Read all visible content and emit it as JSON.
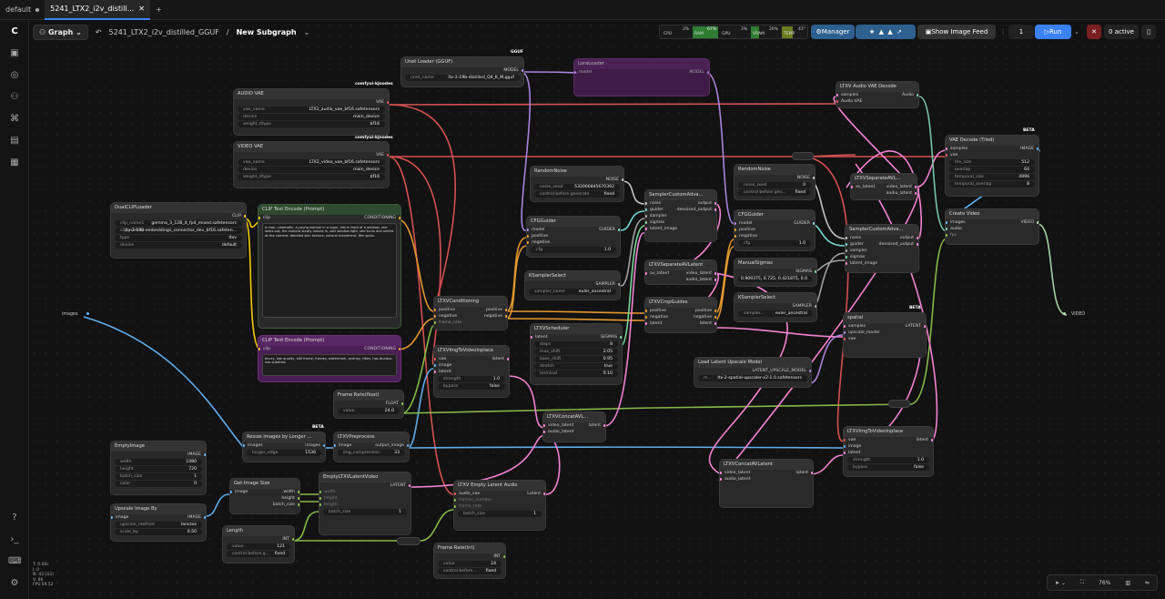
{
  "tabs": {
    "t0": "default",
    "t1": "5241_LTX2_i2v_distill..."
  },
  "header": {
    "graph": "Graph",
    "title": "5241_LTX2_i2v_distilled_GGUF",
    "sep": "/",
    "sub": "New Subgraph"
  },
  "monitor": {
    "cpu": "3%",
    "cpu_l": "CPU",
    "ram": "67%",
    "ram_l": "RAM",
    "gpu": "3%",
    "gpu_l": "GPU",
    "vram": "20%",
    "vram_l": "VRAM",
    "temp": "43°",
    "temp_l": "TEMP"
  },
  "toolbar": {
    "manager": "Manager",
    "feed": "Show Image Feed",
    "count": "1",
    "run": "Run",
    "active": "0 active",
    "zoom": "76%"
  },
  "colors": {
    "accent": "#2d8cf0",
    "run": "#3b82f6",
    "wire_vae": "#e05555",
    "wire_model": "#b48ae8",
    "wire_cond": "#f0a030",
    "wire_latent": "#ff88dd",
    "wire_image": "#64b5f6",
    "wire_int": "#8bc34a",
    "wire_clip": "#ffd500",
    "wire_audio": "#7ecfb0"
  },
  "nodes": {
    "unet": {
      "title": "Unet Loader (GGUF)",
      "out": "MODEL",
      "w_l": "unet_name",
      "w_v": "ltx-2-19b-distilled_Q4_K_M.gguf",
      "badge": "GGUF"
    },
    "lora": {
      "title": "LoraLoader",
      "in": "model",
      "out": "MODEL"
    },
    "audiovae": {
      "title": "AUDIO VAE",
      "badge": "comfyui-kjnodes",
      "out": "VAE",
      "w": [
        [
          "vae_name",
          "LTX2_audio_vae_bf16.safetensors"
        ],
        [
          "device",
          "main_device"
        ],
        [
          "weight_dtype",
          "bf16"
        ]
      ]
    },
    "videovae": {
      "title": "VIDEO VAE",
      "badge": "comfyui-kjnodes",
      "out": "VAE",
      "w": [
        [
          "vae_name",
          "LTX2_video_vae_bf16.safetensors"
        ],
        [
          "device",
          "main_device"
        ],
        [
          "weight_dtype",
          "bf16"
        ]
      ]
    },
    "dualclip": {
      "title": "DualCLIPLoader",
      "out": "CLIP",
      "w": [
        [
          "clip_name1",
          "gemma_3_12B_it_fp4_mixed.safetensors"
        ],
        [
          "clip_name2",
          "ltx-2-19b-embeddings_connector_dev_bf16.safeten..."
        ],
        [
          "type",
          "ltxv"
        ],
        [
          "device",
          "default"
        ]
      ]
    },
    "clippos": {
      "title": "CLIP Text Encode (Prompt)",
      "in": "clip",
      "out": "CONDITIONING",
      "text": "a man, cinematic, a young woman in a room, sits in front of a window, she looks out, the camera slowly moves in, soft window light, she turns and smiles at the camera, detailed skin texture, natural movement, film grain."
    },
    "clipneg": {
      "title": "CLIP Text Encode (Prompt)",
      "in": "clip",
      "out": "CONDITIONING",
      "text": "blurry, low quality, still frame, frames, watermark, overlay, titles, has blurbox, has subtitles"
    },
    "ltxvcond": {
      "title": "LTXVConditioning",
      "in1": "positive",
      "in2": "negative",
      "in3": "frame_rate",
      "out1": "positive",
      "out2": "negative"
    },
    "randomnoise1": {
      "title": "RandomNoise",
      "out": "NOISE",
      "w": [
        [
          "noise_seed",
          "532066845670392"
        ],
        [
          "control before generate",
          "fixed"
        ]
      ]
    },
    "cfgguider1": {
      "title": "CFGGuider",
      "in1": "model",
      "in2": "positive",
      "in3": "negative",
      "out": "GUIDER",
      "w": [
        [
          "cfg",
          "1.0"
        ]
      ]
    },
    "ksampsel1": {
      "title": "KSamplerSelect",
      "out": "SAMPLER",
      "w": [
        [
          "sampler_name",
          "euler_ancestral"
        ]
      ]
    },
    "samplerca1": {
      "title": "SamplerCustomAdva...",
      "in": [
        "noise",
        "guider",
        "sampler",
        "sigmas",
        "latent_image"
      ],
      "out1": "output",
      "out2": "denoised_output"
    },
    "ltxvsched": {
      "title": "LTXVScheduler",
      "in": "latent",
      "out": "SIGMAS",
      "w": [
        [
          "steps",
          "8"
        ],
        [
          "max_shift",
          "2.05"
        ],
        [
          "base_shift",
          "0.95"
        ],
        [
          "stretch",
          "true"
        ],
        [
          "terminal",
          "0.10"
        ]
      ]
    },
    "ltxvimg1": {
      "title": "LTXVImgToVideoInplace",
      "in": [
        "vae",
        "image",
        "latent"
      ],
      "out": "latent",
      "w": [
        [
          "strength",
          "1.0"
        ],
        [
          "bypass",
          "false"
        ]
      ]
    },
    "framerate": {
      "title": "Frame Rate(float)",
      "out": "FLOAT",
      "w": [
        [
          "value",
          "24.0"
        ]
      ]
    },
    "ltxvsep1": {
      "title": "LTXVSeparateAVLatent",
      "in": "av_latent",
      "out1": "video_latent",
      "out2": "audio_latent"
    },
    "ltxvcrop": {
      "title": "LTXVCropGuides",
      "in": [
        "positive",
        "negative",
        "latent"
      ],
      "out1": "positive",
      "out2": "negative",
      "out3": "latent"
    },
    "ltxvconcat1": {
      "title": "LTXVConcatAVL...",
      "in1": "video_latent",
      "in2": "audio_latent",
      "out": "latent"
    },
    "randomnoise2": {
      "title": "RandomNoise",
      "out": "NOISE",
      "w": [
        [
          "noise_seed",
          "0"
        ],
        [
          "control before gen...",
          "fixed"
        ]
      ]
    },
    "cfgguider2": {
      "title": "CFGGuider",
      "in": [
        "model",
        "positive",
        "negative"
      ],
      "out": "GUIDER",
      "w": [
        [
          "cfg",
          "1.0"
        ]
      ]
    },
    "manualsig": {
      "title": "ManualSigmas",
      "out": "SIGMAS",
      "w": [
        [
          "",
          "0.909375, 0.725, 0.421875, 0.0"
        ]
      ]
    },
    "ksampsel2": {
      "title": "KSamplerSelect",
      "out": "SAMPLER",
      "w": [
        [
          "sampler...",
          "euler_ancestral"
        ]
      ]
    },
    "samplerca2": {
      "title": "SamplerCustomAdva...",
      "in": [
        "noise",
        "guider",
        "sampler",
        "sigmas",
        "latent_image"
      ],
      "out1": "output",
      "out2": "denoised_output"
    },
    "ltxvaudvae": {
      "title": "LTXV Audio VAE Decode",
      "in1": "samples",
      "in2": "Audio VAE",
      "out": "Audio"
    },
    "ltxvsep2": {
      "title": "LTXVSeparateAVL...",
      "in": "av_latent",
      "out1": "video_latent",
      "out2": "audio_latent"
    },
    "vaedecode": {
      "title": "VAE Decode (Tiled)",
      "badge": "BETA",
      "in": [
        "samples",
        "vae"
      ],
      "out": "IMAGE",
      "w": [
        [
          "tile_size",
          "512"
        ],
        [
          "overlap",
          "64"
        ],
        [
          "temporal_size",
          "4096"
        ],
        [
          "temporal_overlap",
          "8"
        ]
      ]
    },
    "createvideo": {
      "title": "Create Video",
      "in": [
        "images",
        "audio",
        "fps"
      ],
      "out": "VIDEO"
    },
    "spatial": {
      "title": "spatial",
      "badge": "BETA",
      "in": [
        "samples",
        "upscale_model",
        "vae"
      ],
      "out": "LATENT"
    },
    "loadlatup": {
      "title": "Load Latent Upscale Model",
      "out": "LATENT_UPSCALE_MODEL",
      "w": [
        [
          "m...",
          "ltx-2-spatial-upscaler-x2-1.0.safetensors"
        ]
      ]
    },
    "ltxvimg2": {
      "title": "LTXVImgToVideoInplace",
      "in": [
        "vae",
        "image",
        "latent"
      ],
      "out": "latent",
      "w": [
        [
          "strength",
          "1.0"
        ],
        [
          "bypass",
          "false"
        ]
      ]
    },
    "ltxvconcat2": {
      "title": "LTXVConcatAVLatent",
      "in1": "video_latent",
      "in2": "audio_latent",
      "out": "latent"
    },
    "emptyimage": {
      "title": "EmptyImage",
      "out": "IMAGE",
      "w": [
        [
          "width",
          "1080"
        ],
        [
          "height",
          "720"
        ],
        [
          "batch_size",
          "1"
        ],
        [
          "color",
          "0"
        ]
      ]
    },
    "upscaleby": {
      "title": "Upscale Image By",
      "in": "image",
      "out": "IMAGE",
      "w": [
        [
          "upscale_method",
          "lanczos"
        ],
        [
          "scale_by",
          "0.50"
        ]
      ]
    },
    "resizelonger": {
      "title": "Resize Images by Longer ...",
      "badge": "BETA",
      "in": "images",
      "out": "images",
      "w": [
        [
          "longer_edge",
          "1536"
        ]
      ]
    },
    "ltxvpre": {
      "title": "LTXVPreprocess",
      "in": "image",
      "out": "output_image",
      "w": [
        [
          "img_compression",
          "33"
        ]
      ]
    },
    "getimgsize": {
      "title": "Get Image Size",
      "in": "image",
      "out": [
        "width",
        "height",
        "batch_size"
      ]
    },
    "emptyltxv": {
      "title": "EmptyLTXVLatentVideo",
      "out": "LATENT",
      "in": [
        "width",
        "height",
        "length"
      ],
      "w": [
        [
          "batch_size",
          "1"
        ]
      ]
    },
    "emptyaudio": {
      "title": "LTXV Empty Latent Audio",
      "in": "audio_vae",
      "out": "Latent",
      "in2": "frames_number",
      "in3": "frame_rate",
      "w": [
        [
          "batch_size",
          "1"
        ]
      ]
    },
    "length": {
      "title": "Length",
      "out": "INT",
      "w": [
        [
          "value",
          "121"
        ],
        [
          "control before g...",
          "fixed"
        ]
      ]
    },
    "framerateint": {
      "title": "Frame Rate(int)",
      "out": "INT",
      "w": [
        [
          "value",
          "24"
        ],
        [
          "control before...",
          "fixed"
        ]
      ]
    },
    "imagesin": {
      "label": "images"
    },
    "videoout": {
      "label": "VIDEO"
    }
  },
  "status": [
    "T: 0.00s",
    "I: 0",
    "N: 43 [43]",
    "V: 86",
    "FPS:59.52"
  ]
}
